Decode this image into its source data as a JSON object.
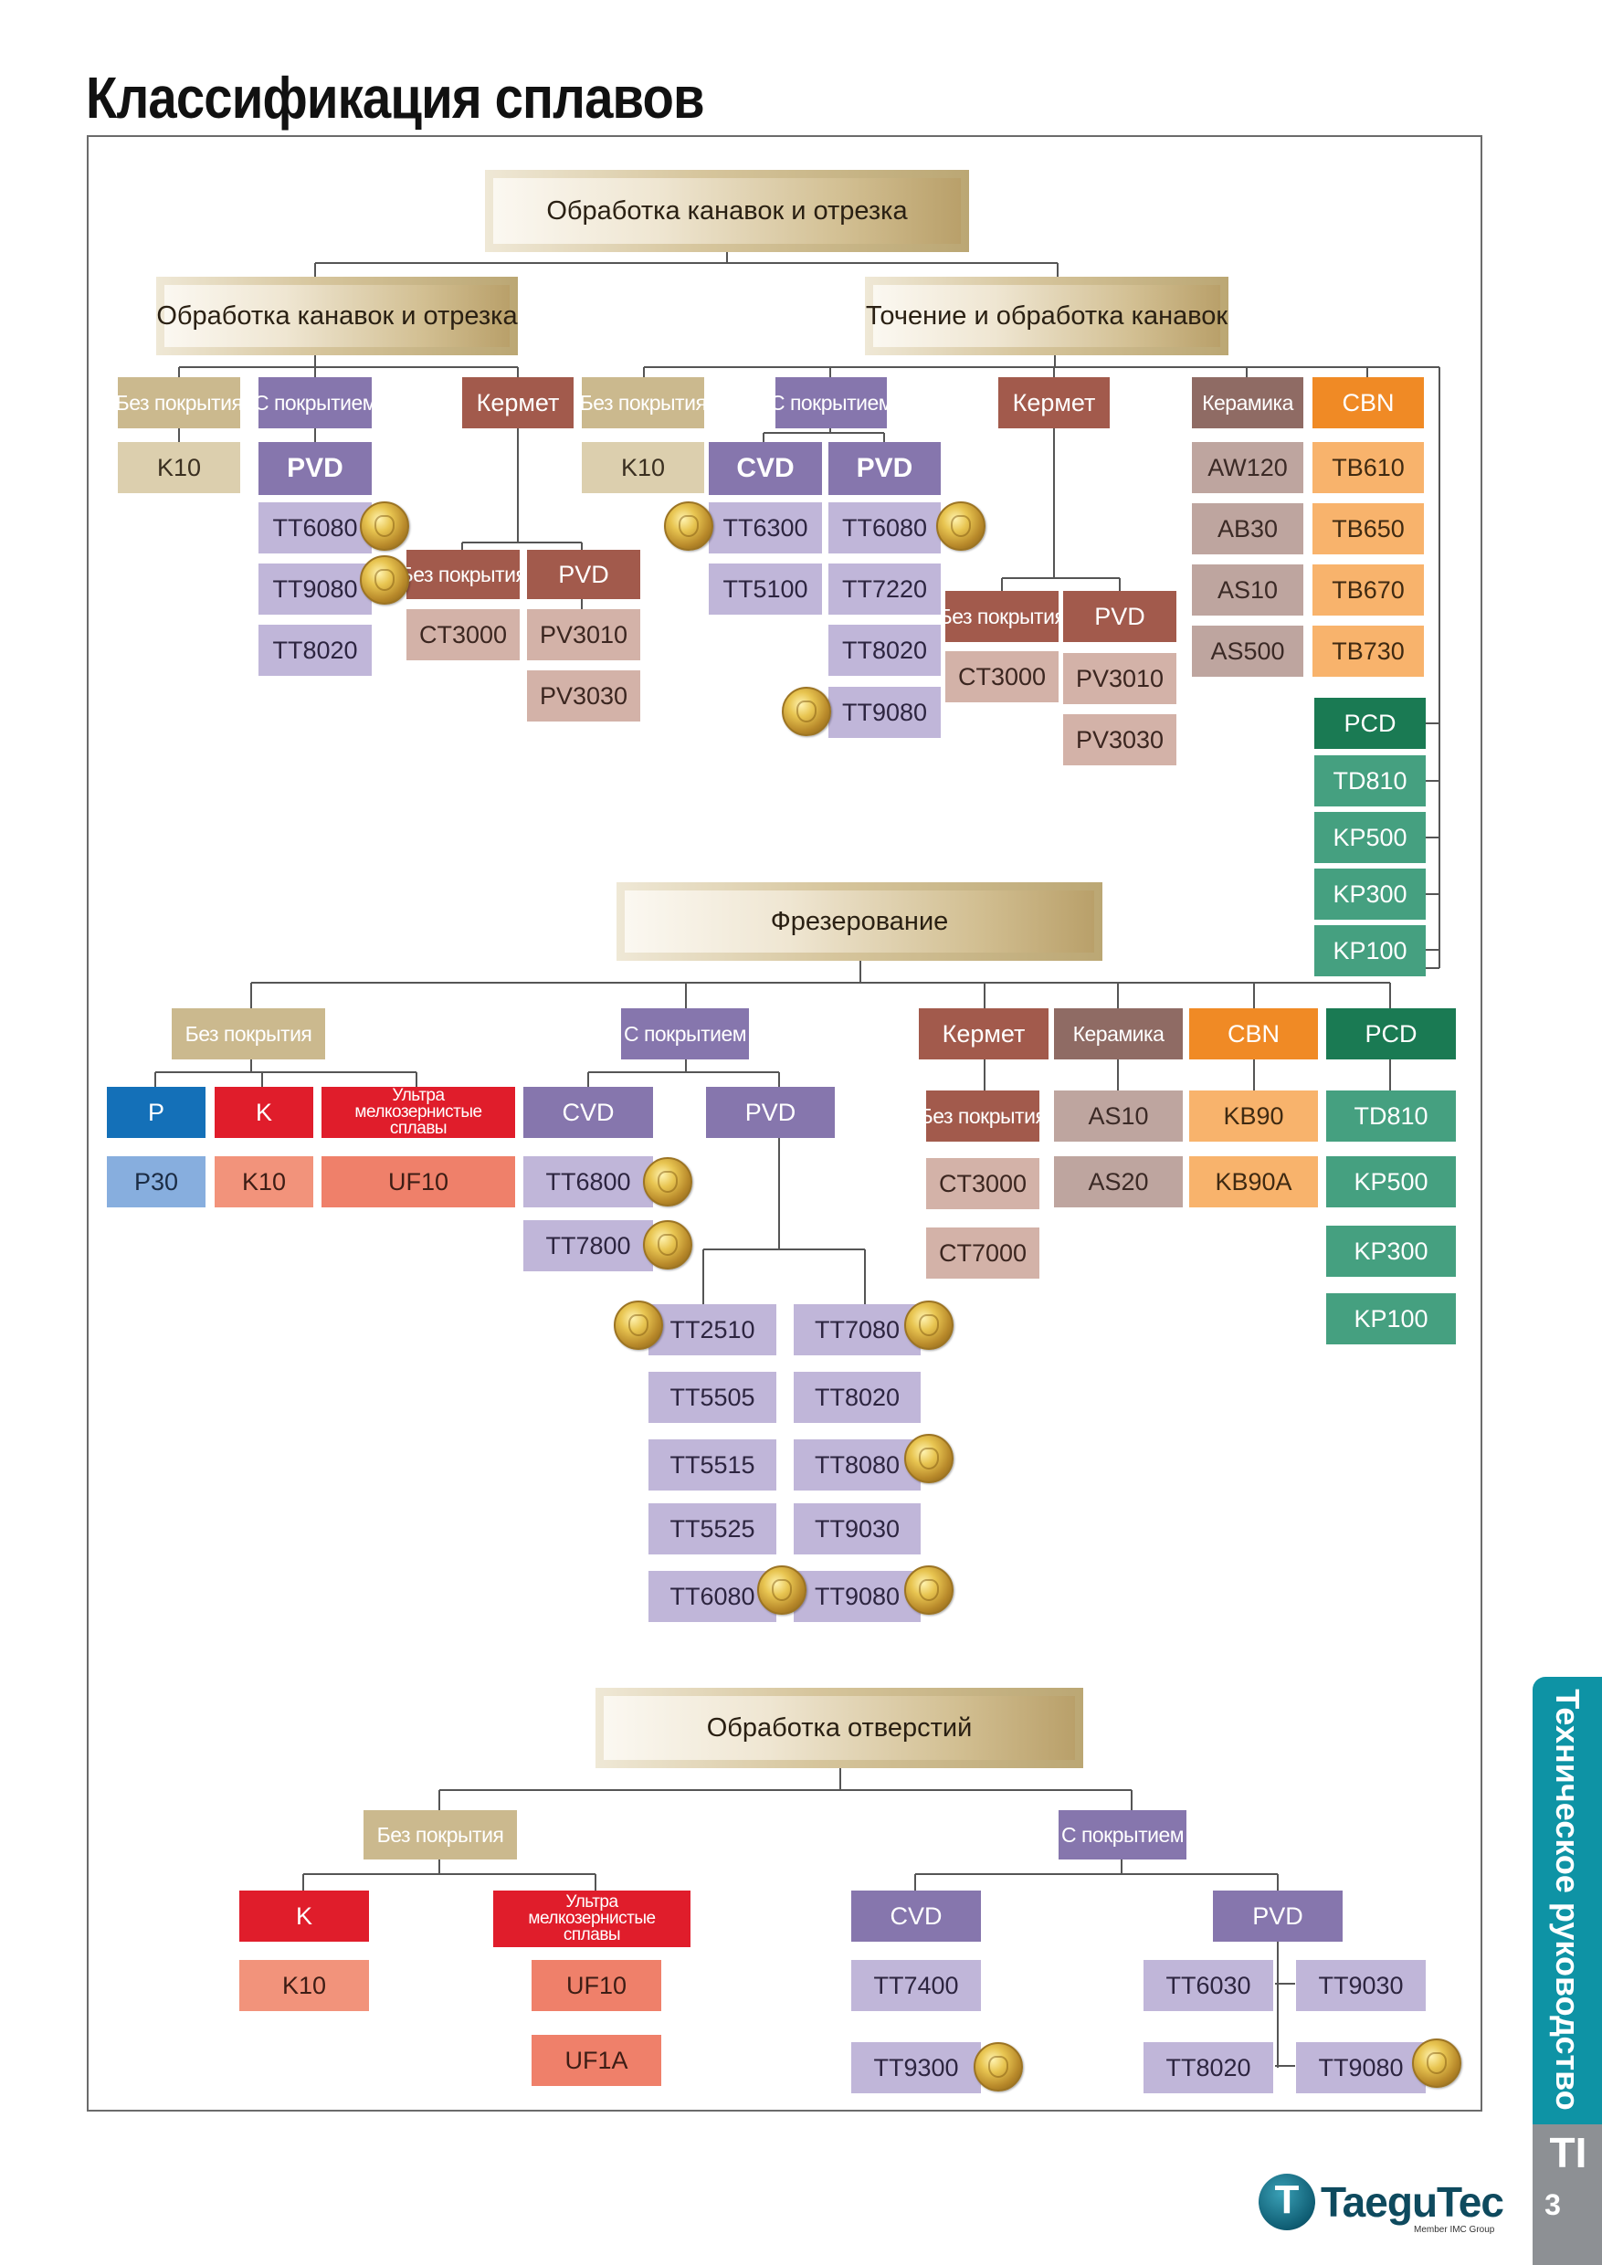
{
  "page": {
    "title": "Классификация сплавов"
  },
  "side": {
    "tab_label": "Техническое руководство",
    "code": "TI",
    "page_num": "3"
  },
  "brand": {
    "name": "TaeguTec",
    "tagline": "Member IMC Group"
  },
  "colors": {
    "beige": "#cbb98e",
    "beige_light": "#dccfae",
    "purple": "#8676ad",
    "purple_light": "#c0b6d9",
    "kermet": "#a25a4c",
    "kermet_light": "#d3b2a8",
    "ceramic": "#8f6b64",
    "ceramic_light": "#bea59f",
    "cbn": "#f08a25",
    "cbn_light": "#f8b36c",
    "pcd": "#1a7a53",
    "pcd_light": "#45a080",
    "blue": "#1470b8",
    "blue_light": "#87aede",
    "red": "#e01d2b",
    "red_light": "#f2937b",
    "salmon": "#ef806a",
    "medal": "gold-medal-icon"
  },
  "diagram": {
    "headers": [
      {
        "id": "h1",
        "text": "Обработка канавок и отрезка"
      },
      {
        "id": "h2",
        "text": "Обработка канавок и отрезка"
      },
      {
        "id": "h3",
        "text": "Точение и обработка канавок"
      },
      {
        "id": "h4",
        "text": "Фрезерование"
      },
      {
        "id": "h5",
        "text": "Обработка отверстий"
      }
    ],
    "boxes": [
      {
        "text": "Без покрытия"
      },
      {
        "text": "K10"
      },
      {
        "text": "С покрытием"
      },
      {
        "text": "PVD"
      },
      {
        "text": "TT6080"
      },
      {
        "text": "TT9080"
      },
      {
        "text": "TT8020"
      },
      {
        "text": "Кермет"
      },
      {
        "text": "Без покрытия"
      },
      {
        "text": "CT3000"
      },
      {
        "text": "PVD"
      },
      {
        "text": "PV3010"
      },
      {
        "text": "PV3030"
      },
      {
        "text": "Без покрытия"
      },
      {
        "text": "K10"
      },
      {
        "text": "С покрытием"
      },
      {
        "text": "CVD"
      },
      {
        "text": "TT6300"
      },
      {
        "text": "TT5100"
      },
      {
        "text": "PVD"
      },
      {
        "text": "TT6080"
      },
      {
        "text": "TT7220"
      },
      {
        "text": "TT8020"
      },
      {
        "text": "TT9080"
      },
      {
        "text": "Кермет"
      },
      {
        "text": "Без покрытия"
      },
      {
        "text": "CT3000"
      },
      {
        "text": "PVD"
      },
      {
        "text": "PV3010"
      },
      {
        "text": "PV3030"
      },
      {
        "text": "Керамика"
      },
      {
        "text": "AW120"
      },
      {
        "text": "AB30"
      },
      {
        "text": "AS10"
      },
      {
        "text": "AS500"
      },
      {
        "text": "CBN"
      },
      {
        "text": "TB610"
      },
      {
        "text": "TB650"
      },
      {
        "text": "TB670"
      },
      {
        "text": "TB730"
      },
      {
        "text": "PCD"
      },
      {
        "text": "TD810"
      },
      {
        "text": "KP500"
      },
      {
        "text": "KP300"
      },
      {
        "text": "KP100"
      },
      {
        "text": "Без покрытия"
      },
      {
        "text": "P"
      },
      {
        "text": "P30"
      },
      {
        "text": "K"
      },
      {
        "text": "K10"
      },
      {
        "text": "Ультра мелкозернистые сплавы"
      },
      {
        "text": "UF10"
      },
      {
        "text": "С покрытием"
      },
      {
        "text": "CVD"
      },
      {
        "text": "TT6800"
      },
      {
        "text": "TT7800"
      },
      {
        "text": "PVD"
      },
      {
        "text": "TT2510"
      },
      {
        "text": "TT5505"
      },
      {
        "text": "TT5515"
      },
      {
        "text": "TT5525"
      },
      {
        "text": "TT6080"
      },
      {
        "text": "TT7080"
      },
      {
        "text": "TT8020"
      },
      {
        "text": "TT8080"
      },
      {
        "text": "TT9030"
      },
      {
        "text": "TT9080"
      },
      {
        "text": "Кермет"
      },
      {
        "text": "Без покрытия"
      },
      {
        "text": "CT3000"
      },
      {
        "text": "CT7000"
      },
      {
        "text": "Керамика"
      },
      {
        "text": "AS10"
      },
      {
        "text": "AS20"
      },
      {
        "text": "CBN"
      },
      {
        "text": "KB90"
      },
      {
        "text": "KB90A"
      },
      {
        "text": "PCD"
      },
      {
        "text": "TD810"
      },
      {
        "text": "KP500"
      },
      {
        "text": "KP300"
      },
      {
        "text": "KP100"
      },
      {
        "text": "Без покрытия"
      },
      {
        "text": "K"
      },
      {
        "text": "K10"
      },
      {
        "text": "Ультра мелкозернистые сплавы"
      },
      {
        "text": "UF10"
      },
      {
        "text": "UF1A"
      },
      {
        "text": "С покрытием"
      },
      {
        "text": "CVD"
      },
      {
        "text": "TT7400"
      },
      {
        "text": "TT9300"
      },
      {
        "text": "PVD"
      },
      {
        "text": "TT6030"
      },
      {
        "text": "TT8020"
      },
      {
        "text": "TT9030"
      },
      {
        "text": "TT9080"
      }
    ]
  }
}
